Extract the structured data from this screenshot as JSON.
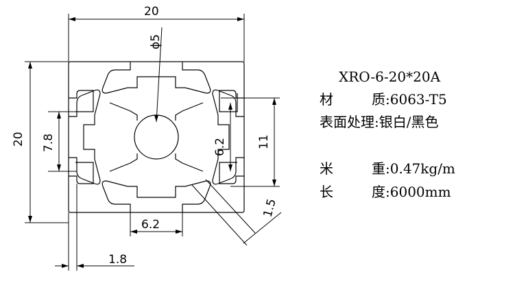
{
  "dimensions": {
    "width_top": "20",
    "height_left": "20",
    "hole_dia": "ϕ5",
    "inner_left": "7.8",
    "inner_right": "6.2",
    "slot_depth": "11",
    "slot_bottom": "6.2",
    "wall": "1.8",
    "diag": "1.5"
  },
  "specs": {
    "model": "XRO-6-20*20A",
    "material_label_a": "材",
    "material_label_b": "质",
    "material_value": ":6063-T5",
    "surface_label": "表面处理",
    "surface_value": ":银白/黑色",
    "weight_label_a": "米",
    "weight_label_b": "重",
    "weight_value": ":0.47kg/m",
    "length_label_a": "长",
    "length_label_b": "度",
    "length_value": ":6000mm"
  }
}
